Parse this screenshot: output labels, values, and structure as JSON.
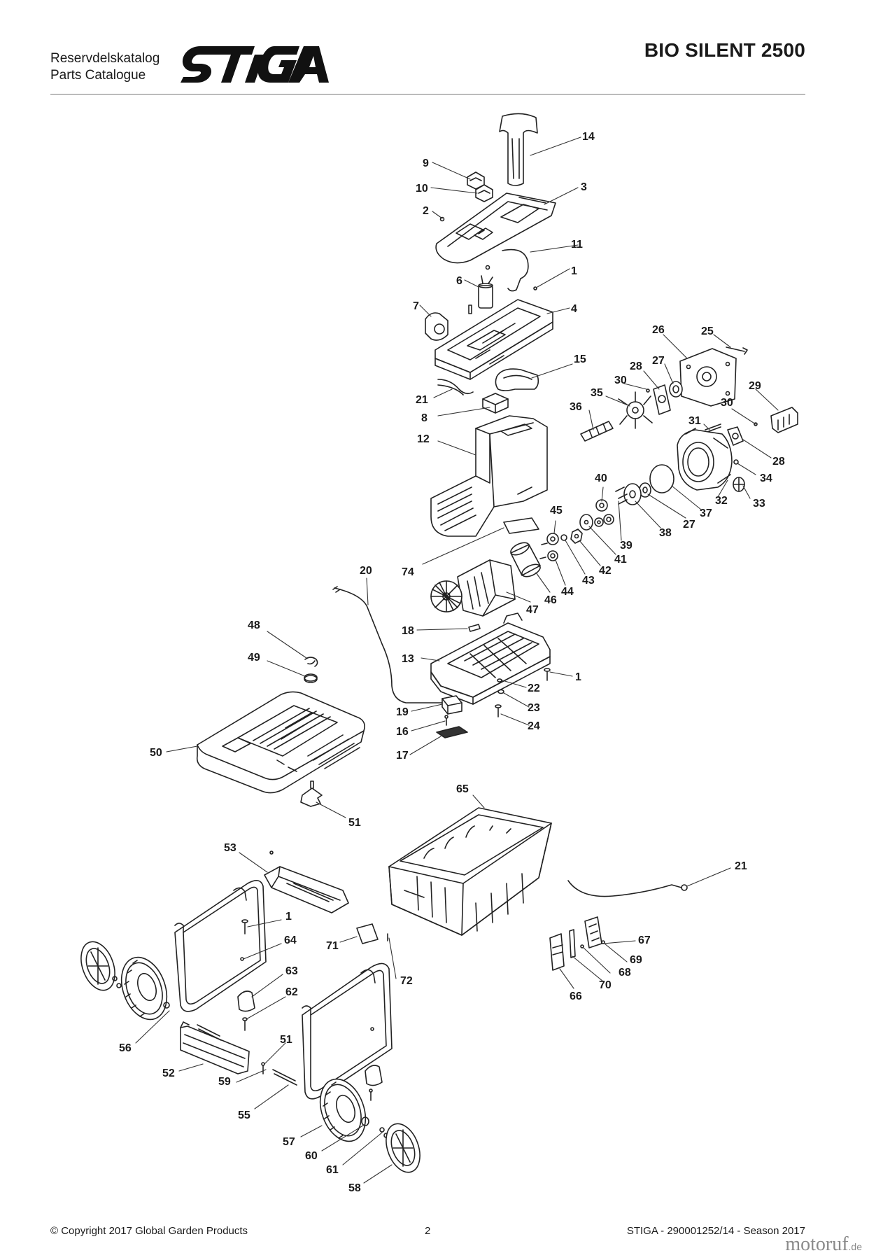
{
  "header": {
    "catalog_de": "Reservdelskatalog",
    "catalog_en": "Parts Catalogue",
    "brand": "STIGA",
    "model": "BIO SILENT 2500"
  },
  "diagram": {
    "parts": [
      {
        "id": "14",
        "label": "14"
      },
      {
        "id": "9",
        "label": "9"
      },
      {
        "id": "10",
        "label": "10"
      },
      {
        "id": "3",
        "label": "3"
      },
      {
        "id": "2",
        "label": "2"
      },
      {
        "id": "11",
        "label": "11"
      },
      {
        "id": "6",
        "label": "6"
      },
      {
        "id": "1a",
        "label": "1"
      },
      {
        "id": "7",
        "label": "7"
      },
      {
        "id": "4",
        "label": "4"
      },
      {
        "id": "26",
        "label": "26"
      },
      {
        "id": "25",
        "label": "25"
      },
      {
        "id": "15",
        "label": "15"
      },
      {
        "id": "28a",
        "label": "28"
      },
      {
        "id": "27a",
        "label": "27"
      },
      {
        "id": "30a",
        "label": "30"
      },
      {
        "id": "29",
        "label": "29"
      },
      {
        "id": "35",
        "label": "35"
      },
      {
        "id": "30b",
        "label": "30"
      },
      {
        "id": "21a",
        "label": "21"
      },
      {
        "id": "8",
        "label": "8"
      },
      {
        "id": "36",
        "label": "36"
      },
      {
        "id": "31",
        "label": "31"
      },
      {
        "id": "12",
        "label": "12"
      },
      {
        "id": "28b",
        "label": "28"
      },
      {
        "id": "40",
        "label": "40"
      },
      {
        "id": "34",
        "label": "34"
      },
      {
        "id": "33",
        "label": "33"
      },
      {
        "id": "32",
        "label": "32"
      },
      {
        "id": "37",
        "label": "37"
      },
      {
        "id": "45",
        "label": "45"
      },
      {
        "id": "27b",
        "label": "27"
      },
      {
        "id": "38",
        "label": "38"
      },
      {
        "id": "39",
        "label": "39"
      },
      {
        "id": "41",
        "label": "41"
      },
      {
        "id": "20",
        "label": "20"
      },
      {
        "id": "74",
        "label": "74"
      },
      {
        "id": "42",
        "label": "42"
      },
      {
        "id": "43",
        "label": "43"
      },
      {
        "id": "44",
        "label": "44"
      },
      {
        "id": "46",
        "label": "46"
      },
      {
        "id": "47",
        "label": "47"
      },
      {
        "id": "48",
        "label": "48"
      },
      {
        "id": "18",
        "label": "18"
      },
      {
        "id": "49",
        "label": "49"
      },
      {
        "id": "13",
        "label": "13"
      },
      {
        "id": "1b",
        "label": "1"
      },
      {
        "id": "22",
        "label": "22"
      },
      {
        "id": "23",
        "label": "23"
      },
      {
        "id": "19",
        "label": "19"
      },
      {
        "id": "24",
        "label": "24"
      },
      {
        "id": "16",
        "label": "16"
      },
      {
        "id": "17",
        "label": "17"
      },
      {
        "id": "50",
        "label": "50"
      },
      {
        "id": "65",
        "label": "65"
      },
      {
        "id": "51a",
        "label": "51"
      },
      {
        "id": "53",
        "label": "53"
      },
      {
        "id": "21b",
        "label": "21"
      },
      {
        "id": "1c",
        "label": "1"
      },
      {
        "id": "64",
        "label": "64"
      },
      {
        "id": "67",
        "label": "67"
      },
      {
        "id": "71",
        "label": "71"
      },
      {
        "id": "69",
        "label": "69"
      },
      {
        "id": "63",
        "label": "63"
      },
      {
        "id": "68",
        "label": "68"
      },
      {
        "id": "72",
        "label": "72"
      },
      {
        "id": "70",
        "label": "70"
      },
      {
        "id": "62",
        "label": "62"
      },
      {
        "id": "66",
        "label": "66"
      },
      {
        "id": "56",
        "label": "56"
      },
      {
        "id": "51b",
        "label": "51"
      },
      {
        "id": "52",
        "label": "52"
      },
      {
        "id": "59",
        "label": "59"
      },
      {
        "id": "55",
        "label": "55"
      },
      {
        "id": "57",
        "label": "57"
      },
      {
        "id": "60",
        "label": "60"
      },
      {
        "id": "61",
        "label": "61"
      },
      {
        "id": "58",
        "label": "58"
      }
    ]
  },
  "footer": {
    "copyright": "© Copyright 2017 Global Garden Products",
    "page": "2",
    "reference": "STIGA - 290001252/14 - Season 2017",
    "watermark": "motoruf",
    "watermark_tld": ".de"
  }
}
